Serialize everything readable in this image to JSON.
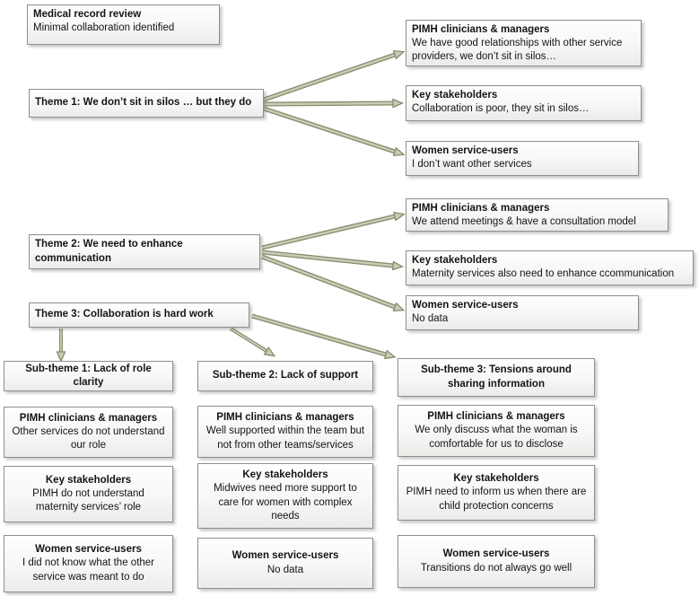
{
  "colors": {
    "arrow_fill": "#c9ccb6",
    "arrow_outline": "#878b6a",
    "box_border": "#8f8f8f"
  },
  "boxes": {
    "medical": {
      "title": "Medical record review",
      "body": "Minimal collaboration identified"
    },
    "theme1": {
      "label": "Theme 1: We don’t sit in silos … but they do"
    },
    "theme1_pimh": {
      "title": "PIMH clinicians & managers",
      "body": "We have good relationships with other service providers, we don’t sit in silos…"
    },
    "theme1_key": {
      "title": "Key stakeholders",
      "body": "Collaboration is poor, they sit in silos…"
    },
    "theme1_women": {
      "title": "Women service-users",
      "body": "I don’t want other services"
    },
    "theme2": {
      "label": "Theme 2: We need to enhance\ncommunication"
    },
    "theme2_pimh": {
      "title": "PIMH clinicians & managers",
      "body": "We attend meetings & have a consultation model"
    },
    "theme2_key": {
      "title": "Key stakeholders",
      "body": "Maternity services also need to enhance ccommunication"
    },
    "theme2_women": {
      "title": "Women service-users",
      "body": "No data"
    },
    "theme3": {
      "label": "Theme 3: Collaboration is hard work"
    },
    "subtheme1": {
      "label": "Sub-theme 1: Lack of role clarity"
    },
    "subtheme2": {
      "label": "Sub-theme 2: Lack of support"
    },
    "subtheme3": {
      "label": "Sub-theme 3: Tensions around sharing information"
    },
    "s1_pimh": {
      "title": "PIMH clinicians & managers",
      "body": "Other services do not understand our role"
    },
    "s1_key": {
      "title": "Key stakeholders",
      "body": "PIMH do not understand maternity services’ role"
    },
    "s1_women": {
      "title": "Women service-users",
      "body": "I did not know what the other service was meant to do"
    },
    "s2_pimh": {
      "title": "PIMH clinicians & managers",
      "body": "Well supported within the team but not from other teams/services"
    },
    "s2_key": {
      "title": "Key stakeholders",
      "body": "Midwives need more support to care for women with complex needs"
    },
    "s2_women": {
      "title": "Women service-users",
      "body": "No data"
    },
    "s3_pimh": {
      "title": "PIMH clinicians & managers",
      "body": "We only discuss what the woman is comfortable for us to disclose"
    },
    "s3_key": {
      "title": "Key stakeholders",
      "body": "PIMH need to inform us when there are child protection concerns"
    },
    "s3_women": {
      "title": "Women service-users",
      "body": "Transitions do not always go well"
    }
  }
}
